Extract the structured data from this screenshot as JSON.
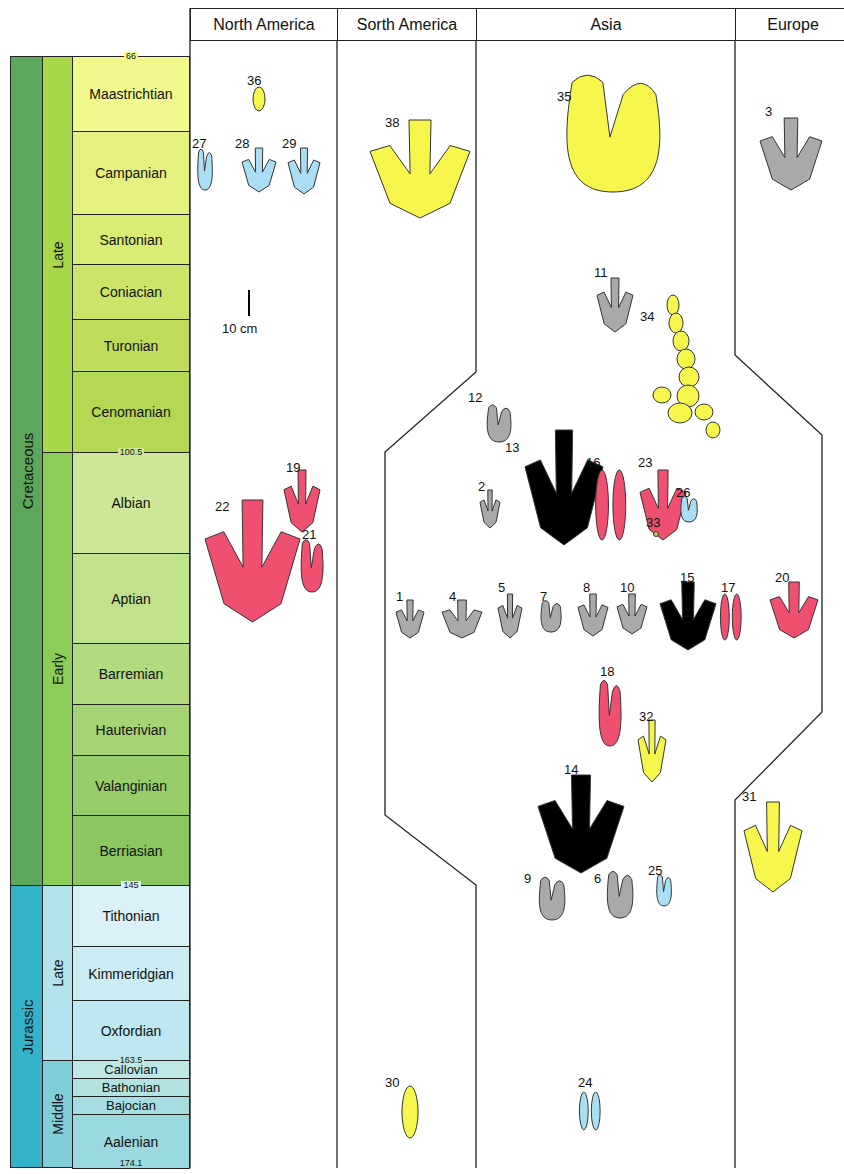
{
  "diagram": {
    "nodes": [
      {
        "text": [
          "North America"
        ]
      },
      {
        "text": [
          "Sorth America"
        ]
      },
      {
        "text": [
          "Asia"
        ]
      },
      {
        "text": [
          "Europe"
        ]
      },
      {
        "text": [
          "Cretaceous"
        ]
      },
      {
        "text": [
          "Late"
        ]
      },
      {
        "text": [
          "Early"
        ]
      },
      {
        "text": [
          "Jurassic"
        ]
      },
      {
        "text": [
          "Late"
        ]
      },
      {
        "text": [
          "Middle"
        ]
      },
      {
        "text": [
          "Maastrichtian"
        ]
      },
      {
        "text": [
          "Campanian"
        ]
      },
      {
        "text": [
          "Santonian"
        ]
      },
      {
        "text": [
          "Coniacian"
        ]
      },
      {
        "text": [
          "Turonian"
        ]
      },
      {
        "text": [
          "Cenomanian"
        ]
      },
      {
        "text": [
          "Albian"
        ]
      },
      {
        "text": [
          "Aptian"
        ]
      },
      {
        "text": [
          "Barremian"
        ]
      },
      {
        "text": [
          "Hauterivian"
        ]
      },
      {
        "text": [
          "Valanginian"
        ]
      },
      {
        "text": [
          "Berriasian"
        ]
      },
      {
        "text": [
          "Tithonian"
        ]
      },
      {
        "text": [
          "Kimmeridgian"
        ]
      },
      {
        "text": [
          "Oxfordian"
        ]
      },
      {
        "text": [
          "Callovian"
        ]
      },
      {
        "text": [
          "Bathonian"
        ]
      },
      {
        "text": [
          "Bajocian"
        ]
      },
      {
        "text": [
          "Aalenian"
        ]
      }
    ],
    "labels": [
      "66",
      "100.5",
      "145",
      "163.5",
      "174.1",
      "10 cm",
      "36",
      "27",
      "28",
      "29",
      "38",
      "35",
      "3",
      "11",
      "34",
      "12",
      "13",
      "16",
      "23",
      "33",
      "26",
      "2",
      "19",
      "22",
      "21",
      "1",
      "4",
      "5",
      "7",
      "8",
      "10",
      "15",
      "17",
      "20",
      "18",
      "32",
      "14",
      "31",
      "9",
      "6",
      "25",
      "30",
      "24"
    ]
  }
}
